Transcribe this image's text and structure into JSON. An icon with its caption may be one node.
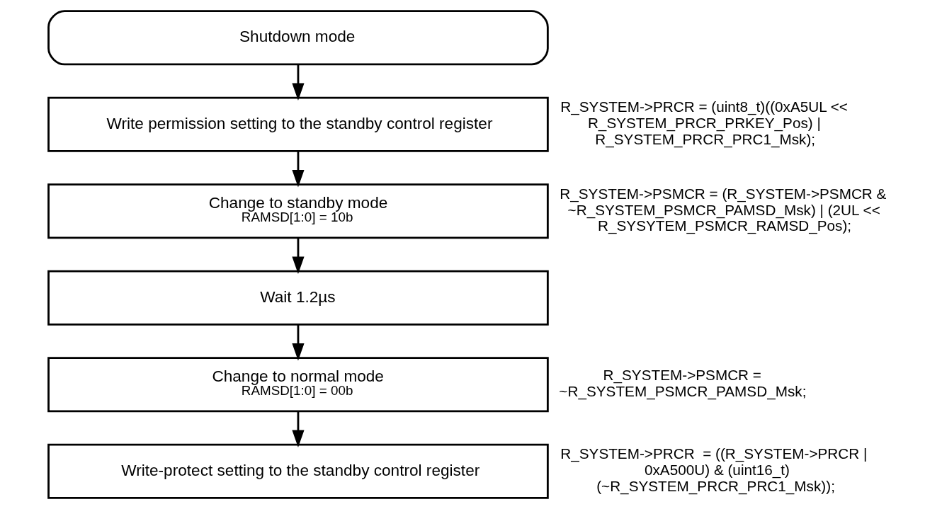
{
  "diagram": {
    "nodes": [
      {
        "text": [
          "Shutdown mode"
        ]
      },
      {
        "text": [
          "Write permission setting to the standby control register"
        ],
        "beside": [
          "R_SYSTEM->PRCR = (uint8_t)((0xA5UL << R_SYSTEM_PRCR_PRKEY_Pos) | R_SYSTEM_PRCR_PRC1_Msk);"
        ]
      },
      {
        "text": [
          "Change to standby mode",
          "RAMSD[1:0] = 10b"
        ],
        "beside": [
          "R_SYSTEM->PSMCR = (R_SYSTEM->PSMCR & ~R_SYSTEM_PSMCR_PAMSD_Msk) | (2UL << R_SYSYTEM_PSMCR_RAMSD_Pos);"
        ]
      },
      {
        "text": [
          "Wait 1.2µs"
        ]
      },
      {
        "text": [
          "Change to normal mode",
          "RAMSD[1:0] = 00b"
        ],
        "beside": [
          "R_SYSTEM->PSMCR = ~R_SYSTEM_PSMCR_PAMSD_Msk;"
        ]
      },
      {
        "text": [
          "Write-protect setting to the standby control register"
        ],
        "beside": [
          "R_SYSTEM->PRCR  = ((R_SYSTEM->PRCR | 0xA500U) & (uint16_t) (~R_SYSTEM_PRCR_PRC1_Msk));"
        ]
      }
    ],
    "edges": [
      {
        "from": 0,
        "to": 1,
        "arrow": "to"
      },
      {
        "from": 1,
        "to": 2,
        "arrow": "to"
      },
      {
        "from": 2,
        "to": 3,
        "arrow": "to"
      },
      {
        "from": 3,
        "to": 4,
        "arrow": "to"
      },
      {
        "from": 4,
        "to": 5,
        "arrow": "to"
      }
    ]
  }
}
